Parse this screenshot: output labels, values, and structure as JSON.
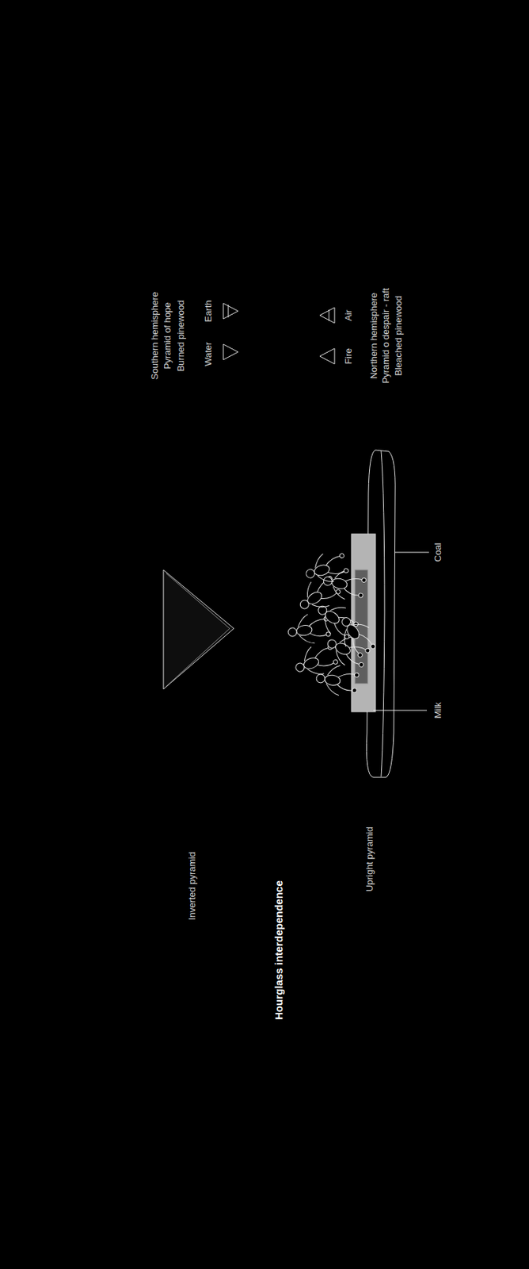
{
  "diagram": {
    "title": "Hourglass interdependence",
    "labels": [
      "Inverted pyramid",
      "Upright pyramid",
      "Milk",
      "Coal",
      "Southern hemisphere",
      "Pyramid of hope",
      "Burned pinewood",
      "Water",
      "Earth",
      "Fire",
      "Air",
      "Northern hemisphere",
      "Pyramid o despair - raft",
      "Bleached pinewood"
    ]
  }
}
